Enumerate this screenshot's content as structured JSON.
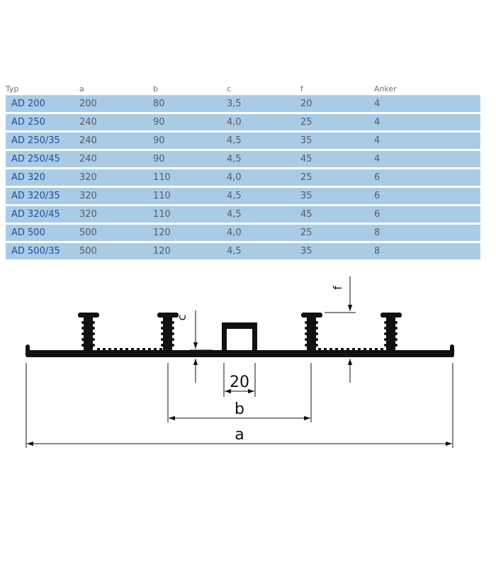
{
  "table": {
    "headers": [
      "Typ",
      "a",
      "b",
      "c",
      "f",
      "Anker"
    ],
    "rows": [
      [
        "AD 200",
        "200",
        "80",
        "3,5",
        "20",
        "4"
      ],
      [
        "AD 250",
        "240",
        "90",
        "4,0",
        "25",
        "4"
      ],
      [
        "AD 250/35",
        "240",
        "90",
        "4,5",
        "35",
        "4"
      ],
      [
        "AD 250/45",
        "240",
        "90",
        "4,5",
        "45",
        "4"
      ],
      [
        "AD 320",
        "320",
        "110",
        "4,0",
        "25",
        "6"
      ],
      [
        "AD 320/35",
        "320",
        "110",
        "4,5",
        "35",
        "6"
      ],
      [
        "AD 320/45",
        "320",
        "110",
        "4,5",
        "45",
        "6"
      ],
      [
        "AD 500",
        "500",
        "120",
        "4,0",
        "25",
        "8"
      ],
      [
        "AD 500/35",
        "500",
        "120",
        "4,5",
        "35",
        "8"
      ]
    ]
  },
  "drawing": {
    "label_a": "a",
    "label_b": "b",
    "label_c": "c",
    "label_f": "f",
    "label_20": "20"
  },
  "colors": {
    "row_fill": "#aacbe6",
    "type_text": "#1f4f9a",
    "profile": "#111111"
  }
}
